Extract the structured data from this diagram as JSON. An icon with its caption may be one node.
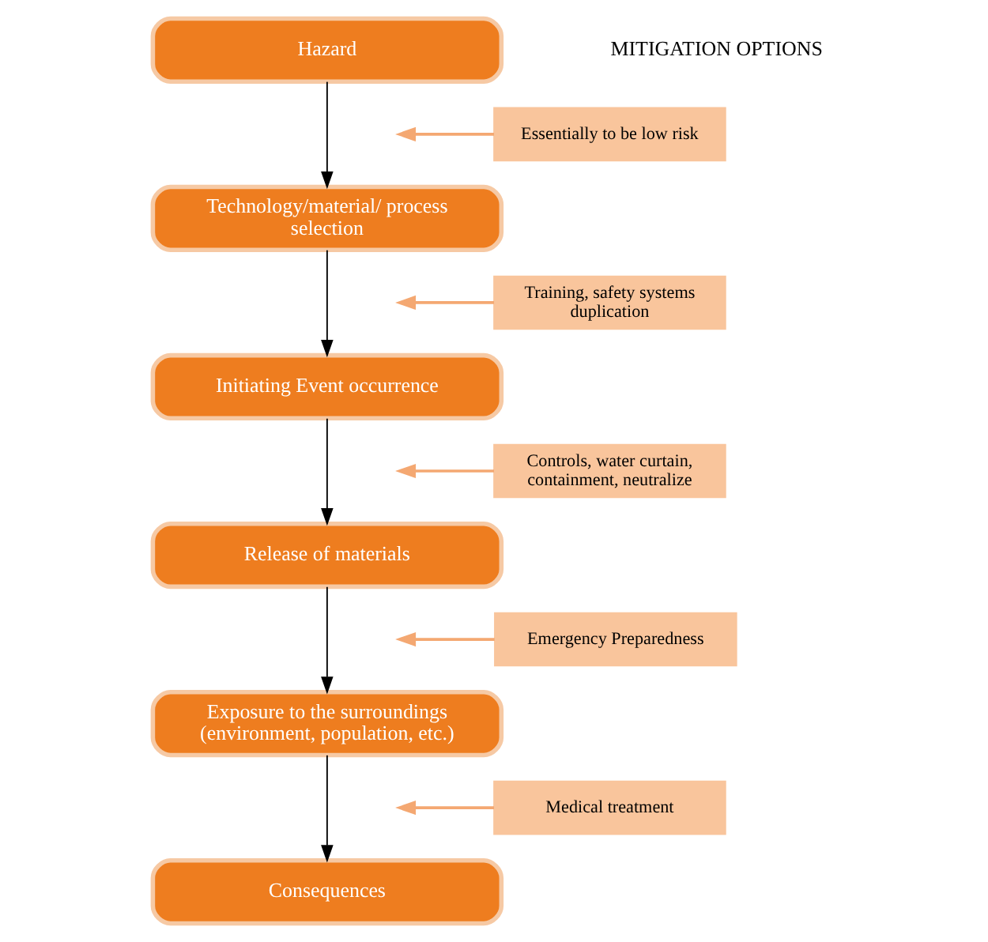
{
  "diagram": {
    "nodes": [
      {
        "text": [
          "Hazard"
        ]
      },
      {
        "text": [
          "Technology/material/ process selection"
        ]
      },
      {
        "text": [
          "Initiating Event occurrence"
        ]
      },
      {
        "text": [
          "Release of materials"
        ]
      },
      {
        "text": [
          "Exposure to the surroundings (environment, population, etc.)"
        ]
      },
      {
        "text": [
          "Consequences"
        ]
      },
      {
        "text": [
          "Essentially to be low risk"
        ]
      },
      {
        "text": [
          "Training, safety systems duplication"
        ]
      },
      {
        "text": [
          "Controls, water curtain, containment, neutralize"
        ]
      },
      {
        "text": [
          "Emergency Preparedness"
        ]
      },
      {
        "text": [
          "Medical treatment"
        ]
      }
    ],
    "edges": [
      {
        "from": 0,
        "to": 1,
        "arrow": "to"
      },
      {
        "from": 1,
        "to": 2,
        "arrow": "to"
      },
      {
        "from": 2,
        "to": 3,
        "arrow": "to"
      },
      {
        "from": 3,
        "to": 4,
        "arrow": "to"
      },
      {
        "from": 4,
        "to": 5,
        "arrow": "to"
      },
      {
        "from": 6,
        "to": null,
        "arrow": "to",
        "color": "#f4a872"
      },
      {
        "from": 7,
        "to": null,
        "arrow": "to",
        "color": "#f4a872"
      },
      {
        "from": 8,
        "to": null,
        "arrow": "to",
        "color": "#f4a872"
      },
      {
        "from": 9,
        "to": null,
        "arrow": "to",
        "color": "#f4a872"
      },
      {
        "from": 10,
        "to": null,
        "arrow": "to",
        "color": "#f4a872"
      }
    ],
    "labels": [
      "MITIGATION OPTIONS"
    ]
  }
}
